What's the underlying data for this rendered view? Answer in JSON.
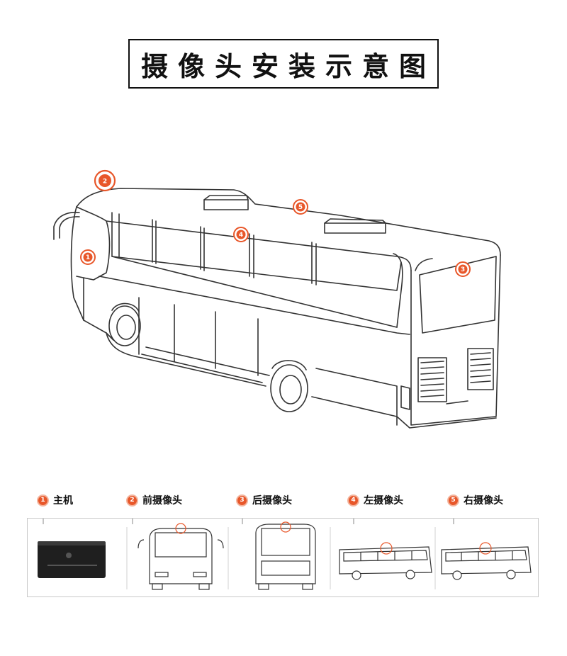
{
  "title": "摄像头安装示意图",
  "accent_color": "#e8572a",
  "markers": [
    {
      "num": "1",
      "icon": "camera-marker"
    },
    {
      "num": "2",
      "icon": "camera-marker"
    },
    {
      "num": "3",
      "icon": "camera-marker"
    },
    {
      "num": "4",
      "icon": "camera-marker"
    },
    {
      "num": "5",
      "icon": "camera-marker"
    }
  ],
  "legend": [
    {
      "num": "1",
      "label": "主机"
    },
    {
      "num": "2",
      "label": "前摄像头"
    },
    {
      "num": "3",
      "label": "后摄像头"
    },
    {
      "num": "4",
      "label": "左摄像头"
    },
    {
      "num": "5",
      "label": "右摄像头"
    }
  ]
}
